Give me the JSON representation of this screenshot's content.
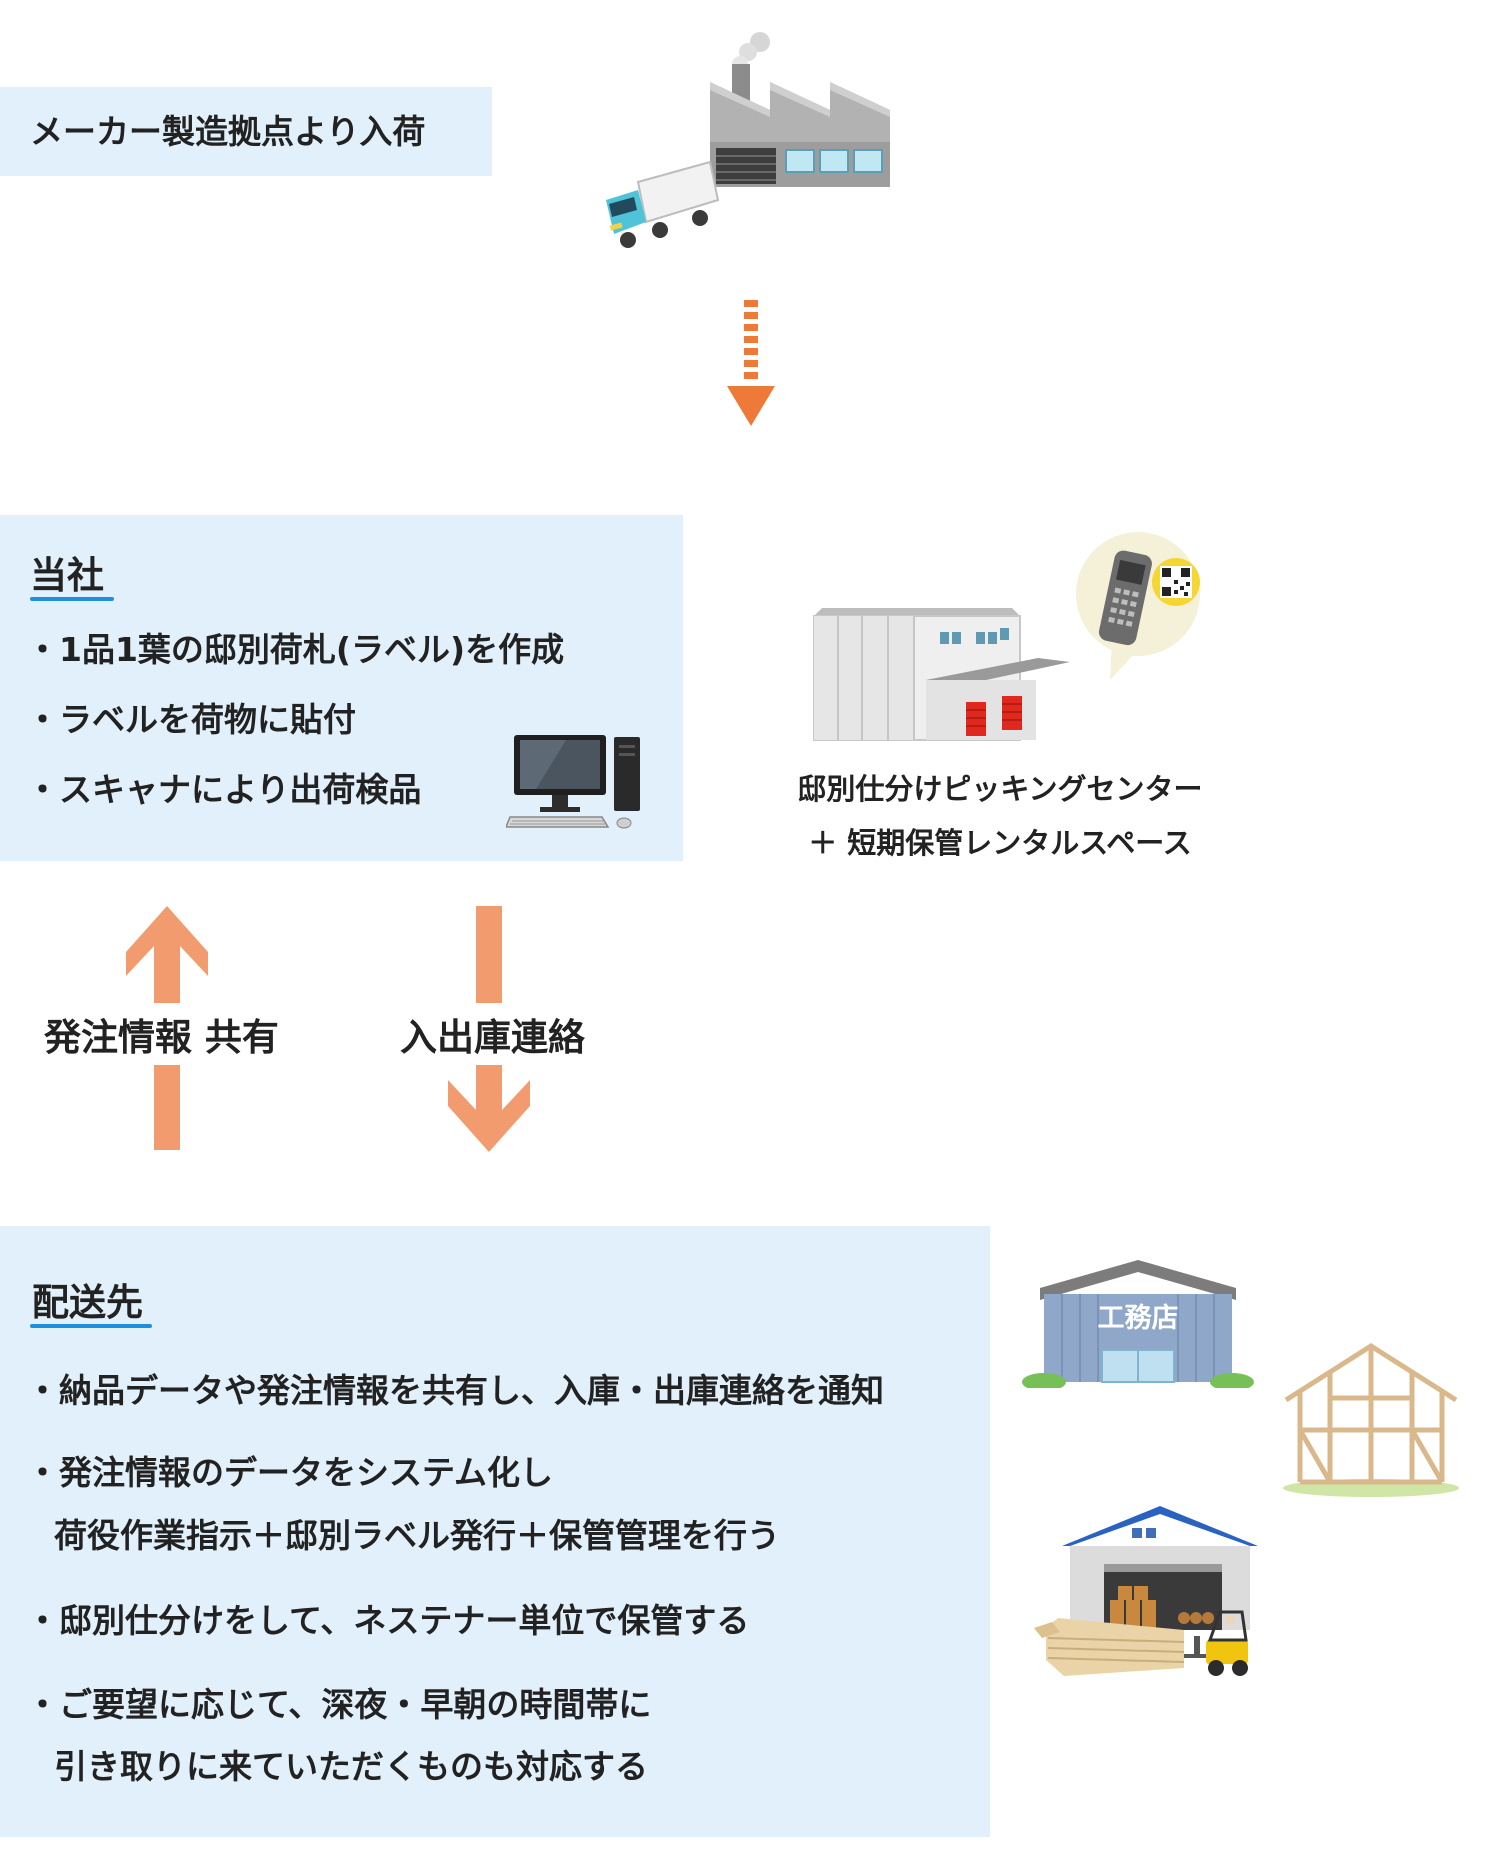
{
  "source": {
    "label": "メーカー製造拠点より入荷"
  },
  "company": {
    "title": "当社",
    "bullets": [
      "・1品1葉の邸別荷札(ラベル)を作成",
      "・ラベルを荷物に貼付",
      "・スキャナにより出荷検品"
    ]
  },
  "center": {
    "line1": "邸別仕分けピッキングセンター",
    "line2": "＋ 短期保管レンタルスペース"
  },
  "flows": {
    "up_label": "発注情報 共有",
    "down_label": "入出庫連絡"
  },
  "delivery": {
    "title": "配送先",
    "bullets": [
      {
        "line1": "・納品データや発注情報を共有し、入庫・出庫連絡を通知"
      },
      {
        "line1": "・発注情報のデータをシステム化し",
        "line2": "荷役作業指示＋邸別ラベル発行＋保管管理を行う"
      },
      {
        "line1": "・邸別仕分けをして、ネステナー単位で保管する"
      },
      {
        "line1": "・ご要望に応じて、深夜・早朝の時間帯に",
        "line2": "引き取りに来ていただくものも対応する"
      }
    ]
  },
  "shop_sign": "工務店",
  "icons": {
    "factory": "factory-icon",
    "truck": "truck-icon",
    "warehouse": "warehouse-icon",
    "scanner": "handheld-scanner-icon",
    "qr": "qr-code-icon",
    "computer": "desktop-computer-icon",
    "shop": "construction-shop-icon",
    "frame": "house-frame-icon",
    "lumber": "lumber-warehouse-icon",
    "forklift": "forklift-icon"
  },
  "colors": {
    "box_bg": "#e1f0fb",
    "accent_orange": "#ee7a3a",
    "arrow_orange": "#f29b6e",
    "underline_blue": "#1e8fdc"
  }
}
